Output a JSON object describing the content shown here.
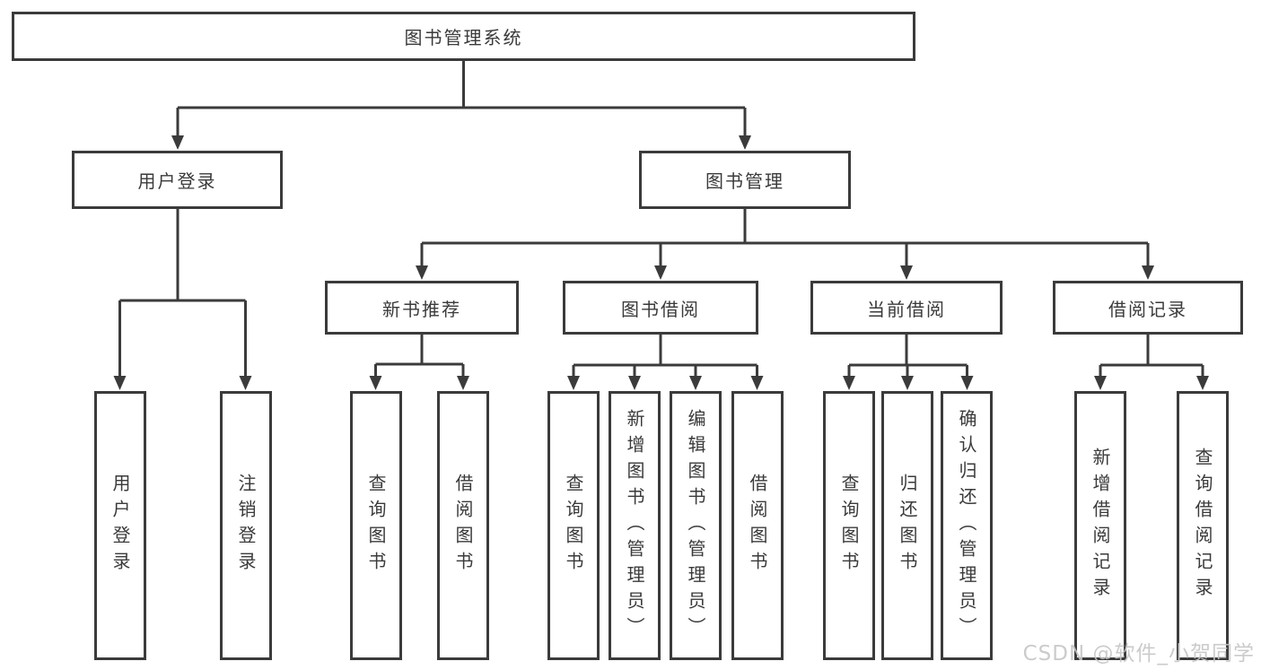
{
  "diagram": {
    "root": {
      "label": "图书管理系统"
    },
    "level2": {
      "user_login": {
        "label": "用户登录"
      },
      "book_management": {
        "label": "图书管理"
      }
    },
    "level3": {
      "new_book_recommend": {
        "label": "新书推荐"
      },
      "book_borrow": {
        "label": "图书借阅"
      },
      "current_borrow": {
        "label": "当前借阅"
      },
      "borrow_record": {
        "label": "借阅记录"
      }
    },
    "leaves": {
      "user_login_leaf": {
        "label": "用户登录"
      },
      "logout": {
        "label": "注销登录"
      },
      "nbr_query_book": {
        "label": "查询图书"
      },
      "nbr_borrow_book": {
        "label": "借阅图书"
      },
      "bb_query_book": {
        "label": "查询图书"
      },
      "bb_add_book": {
        "label": "新增图书（管理员）"
      },
      "bb_edit_book": {
        "label": "编辑图书（管理员）"
      },
      "bb_borrow_book": {
        "label": "借阅图书"
      },
      "cb_query_book": {
        "label": "查询图书"
      },
      "cb_return_book": {
        "label": "归还图书"
      },
      "cb_confirm_return": {
        "label": "确认归还（管理员）"
      },
      "br_add_record": {
        "label": "新增借阅记录"
      },
      "br_query_record": {
        "label": "查询借阅记录"
      }
    }
  },
  "watermark": {
    "text": "CSDN @软件_小贺同学"
  },
  "colors": {
    "line": "#3b3b3b",
    "text": "#3a3a3a",
    "watermark": "#c6c6c6",
    "background": "#ffffff"
  }
}
